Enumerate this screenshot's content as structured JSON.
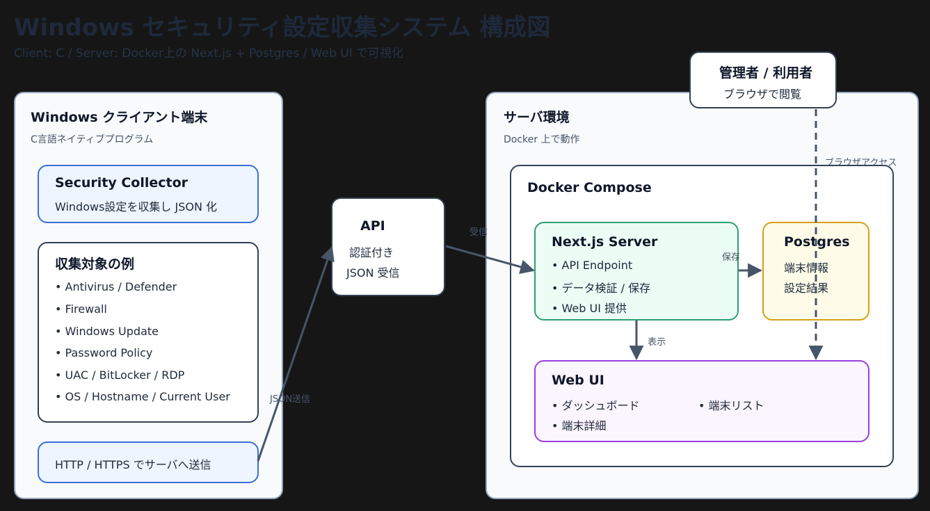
{
  "header": {
    "title": "Windows セキュリティ設定収集システム 構成図",
    "subtitle": "Client: C / Server: Docker上の Next.js + Postgres / Web UI で可視化"
  },
  "client": {
    "title": "Windows クライアント端末",
    "subtitle": "C言語ネイティブプログラム",
    "collector": {
      "title": "Security Collector",
      "desc": "Windows設定を収集し JSON 化"
    },
    "targets": {
      "title": "収集対象の例",
      "items": [
        "Antivirus / Defender",
        "Firewall",
        "Windows Update",
        "Password Policy",
        "UAC / BitLocker / RDP",
        "OS / Hostname / Current User"
      ]
    },
    "transport": "HTTP / HTTPS でサーバへ送信"
  },
  "api": {
    "title": "API",
    "lines": [
      "認証付き",
      "JSON 受信"
    ]
  },
  "server": {
    "title": "サーバ環境",
    "subtitle": "Docker 上で動作",
    "compose": {
      "title": "Docker Compose",
      "nextjs": {
        "title": "Next.js Server",
        "items": [
          "API Endpoint",
          "データ検証 / 保存",
          "Web UI 提供"
        ]
      },
      "postgres": {
        "title": "Postgres",
        "lines": [
          "端末情報",
          "設定結果"
        ]
      },
      "webui": {
        "title": "Web UI",
        "items": [
          "ダッシュボード",
          "端末リスト",
          "端末詳細"
        ]
      }
    }
  },
  "admin": {
    "title": "管理者 / 利用者",
    "subtitle": "ブラウザで閲覧"
  },
  "edges": {
    "json_send": "JSON送信",
    "receive": "受信",
    "save": "保存",
    "display": "表示",
    "browser_access": "ブラウザアクセス"
  },
  "colors": {
    "background": "#161616",
    "arrow": "#475569",
    "collector_border": "#3b6fd6",
    "collector_fill": "#eef5ff",
    "nextjs_border": "#2e9e73",
    "nextjs_fill": "#ecfdf5",
    "postgres_border": "#d4a017",
    "postgres_fill": "#fefce8",
    "webui_border": "#9b3fe0",
    "webui_fill": "#faf5ff"
  }
}
